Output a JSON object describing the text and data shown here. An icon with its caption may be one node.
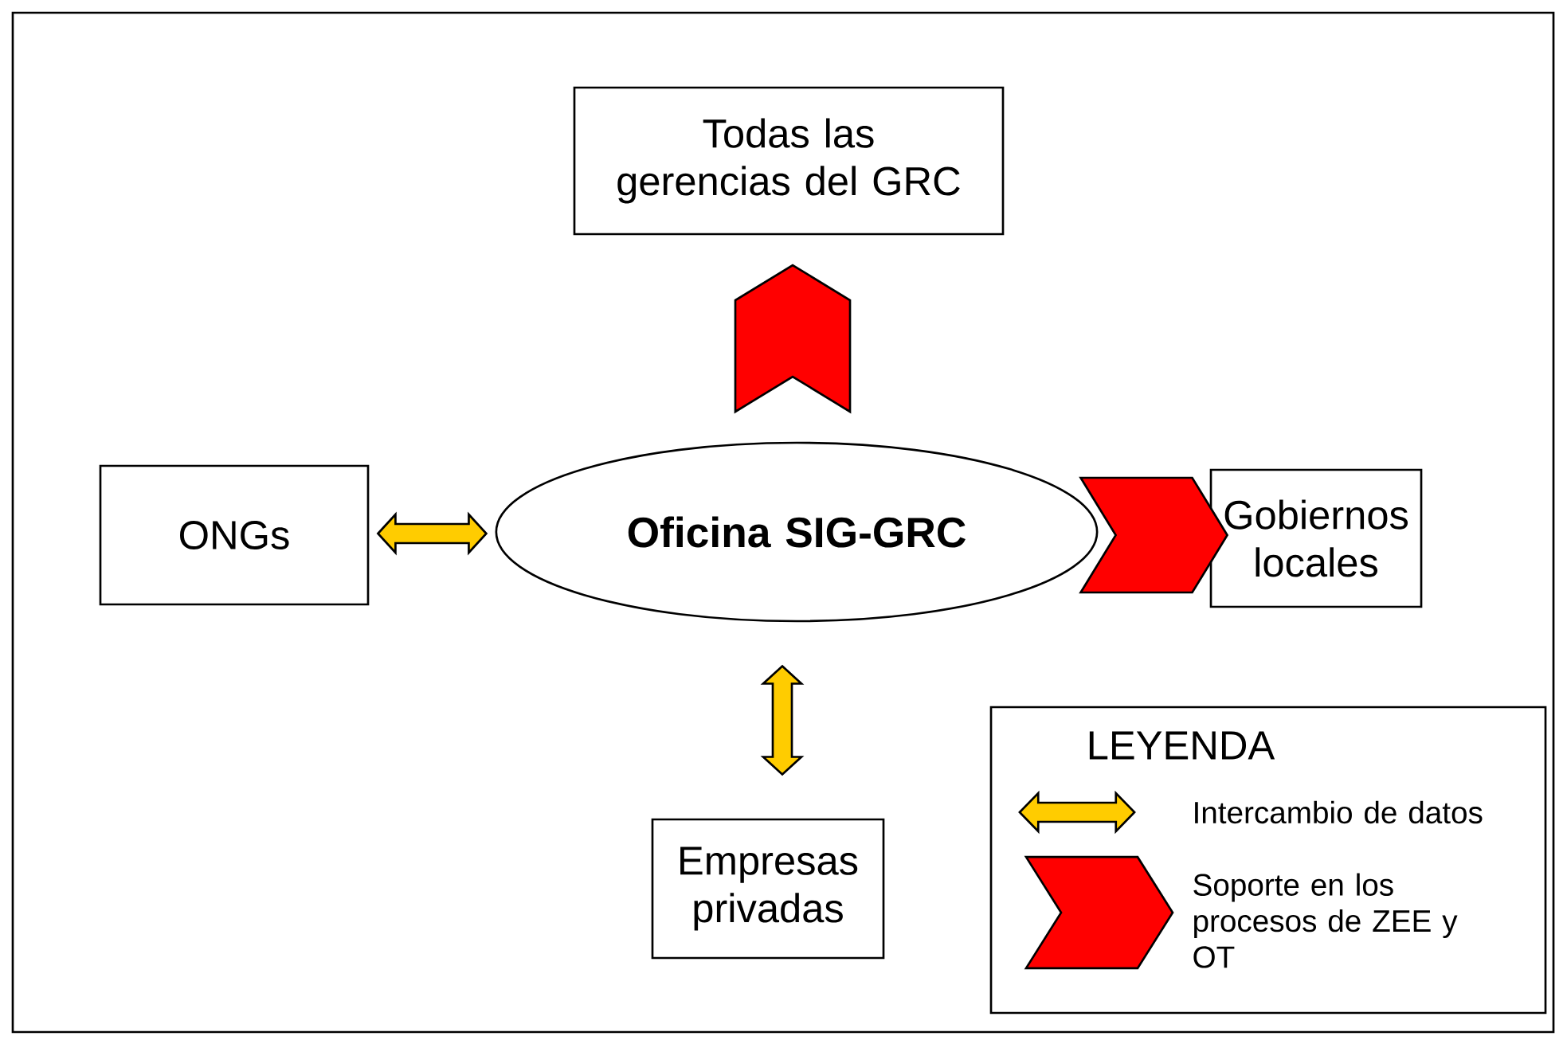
{
  "diagram": {
    "nodes": [
      {
        "text": [
          "Todas las gerencias del GRC"
        ]
      },
      {
        "text": [
          "ONGs"
        ]
      },
      {
        "text": [
          "Oficina SIG-GRC"
        ]
      },
      {
        "text": [
          "Gobiernos locales"
        ]
      },
      {
        "text": [
          "Empresas privadas"
        ]
      }
    ],
    "edges": [
      {
        "from": 2,
        "to": 0,
        "arrow": "to",
        "color": "#ff0000"
      },
      {
        "from": 1,
        "to": 2,
        "arrow": "both",
        "color": "#ffcc00"
      },
      {
        "from": 2,
        "to": 3,
        "arrow": "to",
        "color": "#ff0000"
      },
      {
        "from": 2,
        "to": 4,
        "arrow": "both",
        "color": "#ffcc00"
      }
    ],
    "labels": [
      "LEYENDA"
    ],
    "legend": [
      {
        "text": "Intercambio de datos"
      },
      {
        "text": "Soporte en los procesos de ZEE y OT"
      }
    ]
  }
}
